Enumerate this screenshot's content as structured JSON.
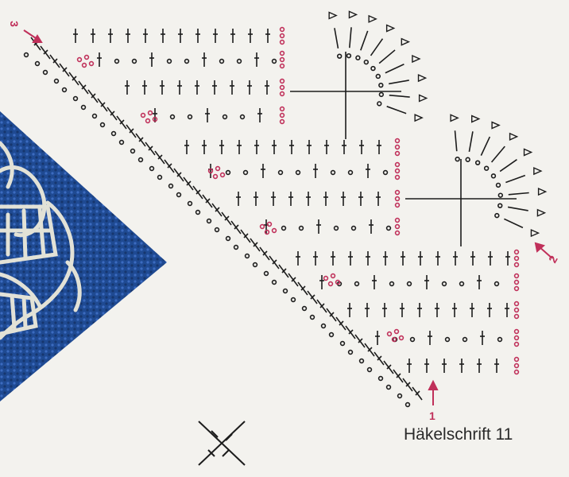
{
  "title": "Häkelschrift 11",
  "markers": {
    "m1": "1",
    "m2": "2",
    "m3": "3"
  },
  "colors": {
    "ink": "#1c1c1c",
    "accent": "#c0305a",
    "paper": "#f3f2ee",
    "fabric": "#1f4a92",
    "yarn": "#eeeadb"
  },
  "symbols": {
    "chain": "ring",
    "double_crochet": "cross-bar",
    "slip_stitch_marker": "accent-ring",
    "picot": "triangle-icon"
  }
}
